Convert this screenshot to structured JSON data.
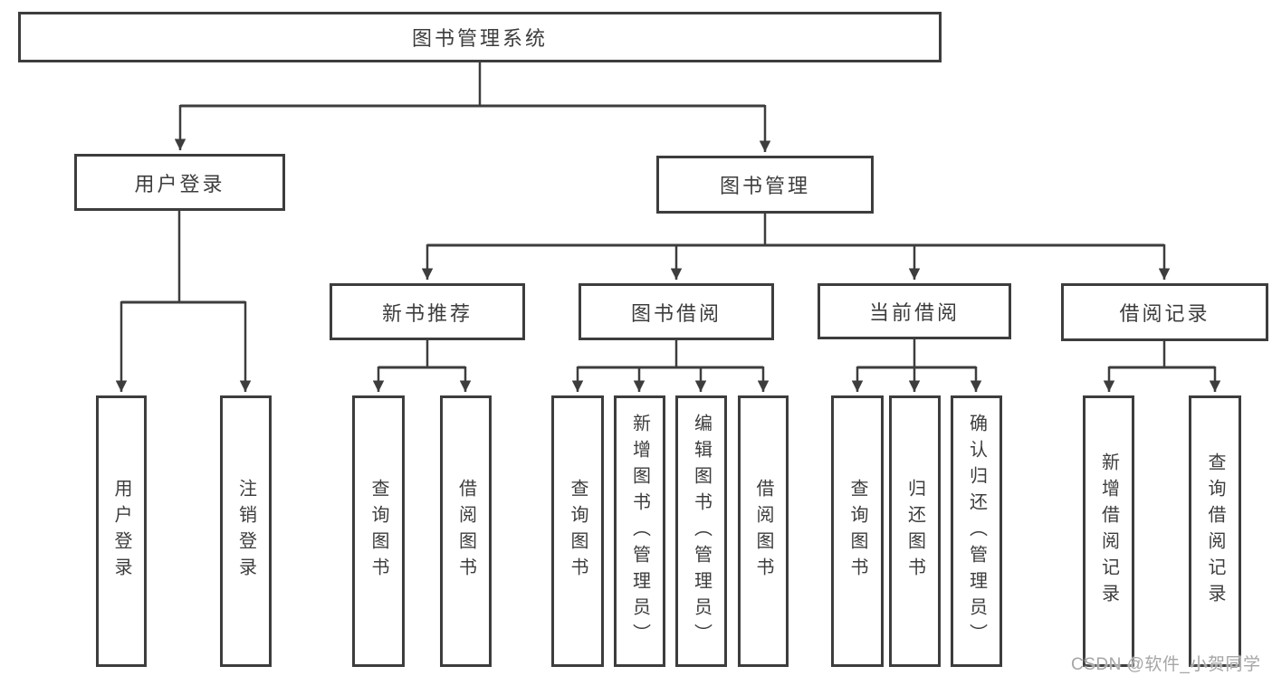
{
  "diagram": {
    "root": {
      "label": "图书管理系统"
    },
    "level2": [
      {
        "label": "用户登录"
      },
      {
        "label": "图书管理"
      }
    ],
    "level3": [
      {
        "label": "新书推荐"
      },
      {
        "label": "图书借阅"
      },
      {
        "label": "当前借阅"
      },
      {
        "label": "借阅记录"
      }
    ],
    "leaves": {
      "user_login": [
        "用户登录",
        "注销登录"
      ],
      "new_book": [
        "查询图书",
        "借阅图书"
      ],
      "book_borrow": [
        "查询图书",
        "新增图书（管理员）",
        "编辑图书（管理员）",
        "借阅图书"
      ],
      "current_borrow": [
        "查询图书",
        "归还图书",
        "确认归还（管理员）"
      ],
      "borrow_records": [
        "新增借阅记录",
        "查询借阅记录"
      ]
    }
  },
  "watermark": {
    "text": "CSDN @软件_小贺同学"
  },
  "colors": {
    "line": "#3d3d3d",
    "text": "#3d3d3d",
    "watermark": "#a6a6a6",
    "background": "#ffffff"
  }
}
